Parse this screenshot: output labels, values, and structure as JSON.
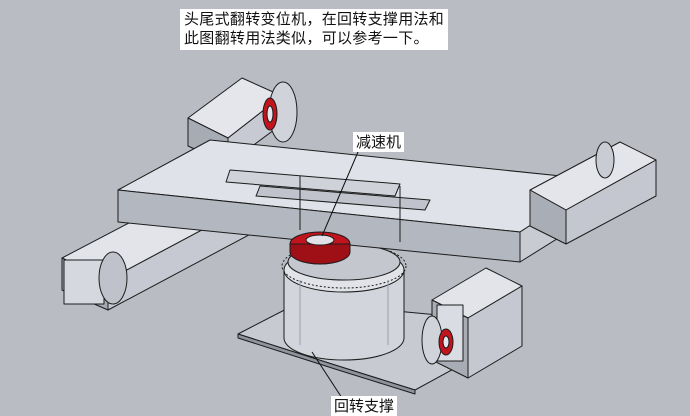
{
  "annotation": {
    "line1": "头尾式翻转变位机，在回转支撑用法和",
    "line2": "此图翻转用法类似，可以参考一下。"
  },
  "labels": {
    "reducer": "减速机",
    "slewing_bearing": "回转支撑"
  },
  "colors": {
    "background": "#b9bcc3",
    "steel_light": "#e4e6ec",
    "steel_mid": "#c9ccd4",
    "steel_dark": "#9fa3ad",
    "edge": "#1c1c1c",
    "gear_red": "#c1141c"
  }
}
